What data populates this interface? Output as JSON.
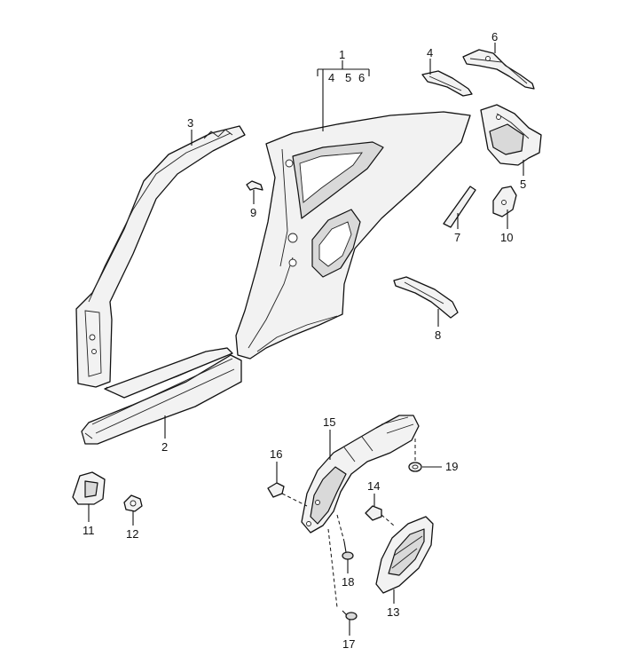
{
  "callouts": {
    "c1": "1",
    "c1_sub4": "4",
    "c1_sub5": "5",
    "c1_sub6": "6",
    "c2": "2",
    "c3": "3",
    "c4": "4",
    "c5": "5",
    "c6": "6",
    "c7": "7",
    "c8": "8",
    "c9": "9",
    "c10": "10",
    "c11": "11",
    "c12": "12",
    "c13": "13",
    "c14": "14",
    "c15": "15",
    "c16": "16",
    "c17": "17",
    "c18": "18",
    "c19": "19"
  }
}
